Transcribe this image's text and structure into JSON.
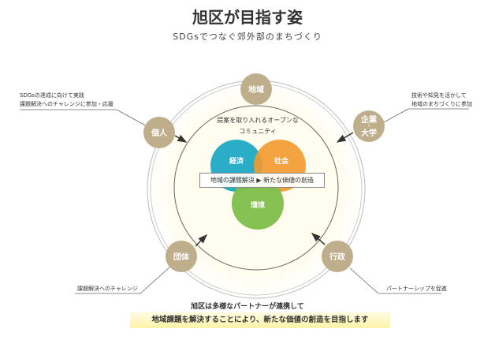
{
  "title": "旭区が目指す姿",
  "subtitle": "SDGsでつなぐ郊外部のまちづくり",
  "community": {
    "line1": "提案を取り入れるオープンな",
    "line2": "コミュニティ"
  },
  "nodes": {
    "region": "地域",
    "individual": "個人",
    "company_line1": "企業",
    "company_sep": "・",
    "company_line2": "大学",
    "group": "団体",
    "government": "行政"
  },
  "annotations": {
    "individual_line1": "SDGsの達成に向けて実践",
    "individual_line2": "課題解決へのチャレンジに参加・応援",
    "company_line1": "技術や知見を活かして",
    "company_line2": "地域のまちづくりに参加",
    "group": "課題解決へのチャレンジ",
    "government": "パートナーシップを促進"
  },
  "venn": {
    "economy": "経済",
    "society": "社会",
    "environment": "環境"
  },
  "venn_colors": {
    "economy": "#1fa9c4",
    "society": "#f29a2e",
    "environment": "#7fbf4a"
  },
  "node_color": "#bfae8c",
  "flow": {
    "from": "地域の課題解決",
    "arrow": "▶",
    "to": "新たな価値の創造"
  },
  "message": {
    "line1": "旭区は多様なパートナーが連携して",
    "line2": "地域課題を解決することにより、新たな価値の創造を目指します"
  }
}
